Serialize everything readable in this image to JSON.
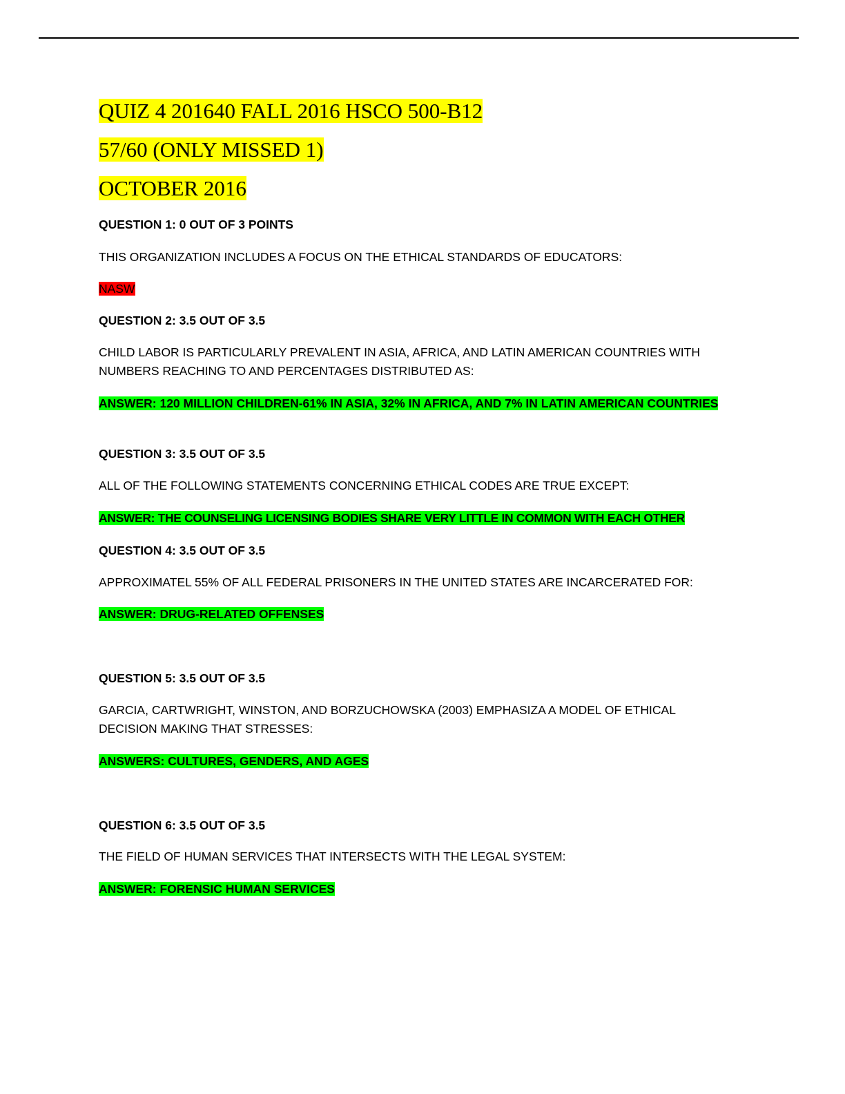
{
  "header": {
    "title_line_1": "QUIZ 4 201640 FALL 2016 HSCO 500-B12",
    "title_line_2": "57/60 (ONLY MISSED 1)",
    "title_line_3": "OCTOBER 2016"
  },
  "colors": {
    "title_highlight": "#ffff00",
    "correct_highlight": "#00ff00",
    "wrong_highlight": "#ff0000"
  },
  "questions": [
    {
      "heading": "QUESTION 1: 0 OUT OF 3 POINTS",
      "prompt": "THIS ORGANIZATION INCLUDES A FOCUS ON THE ETHICAL STANDARDS OF EDUCATORS:",
      "answer": "NASW"
    },
    {
      "heading": "QUESTION 2: 3.5 OUT OF 3.5",
      "prompt": "CHILD LABOR IS PARTICULARLY PREVALENT IN ASIA, AFRICA, AND LATIN AMERICAN COUNTRIES WITH NUMBERS REACHING TO AND PERCENTAGES DISTRIBUTED AS:",
      "answer": "ANSWER: 120 MILLION CHILDREN-61% IN ASIA, 32% IN AFRICA, AND 7% IN LATIN AMERICAN COUNTRIES"
    },
    {
      "heading": "QUESTION 3: 3.5 OUT OF 3.5",
      "prompt": "ALL OF THE FOLLOWING STATEMENTS CONCERNING ETHICAL CODES ARE TRUE EXCEPT:",
      "answer": "ANSWER: THE COUNSELING LICENSING BODIES SHARE VERY LITTLE IN COMMON WITH EACH OTHER"
    },
    {
      "heading": "QUESTION 4: 3.5 OUT OF 3.5",
      "prompt": "APPROXIMATEL 55% OF ALL FEDERAL PRISONERS IN THE UNITED STATES ARE INCARCERATED FOR:",
      "answer": "ANSWER: DRUG-RELATED OFFENSES"
    },
    {
      "heading": "QUESTION 5: 3.5 OUT OF 3.5",
      "prompt": "GARCIA, CARTWRIGHT, WINSTON, AND BORZUCHOWSKA (2003) EMPHASIZA A MODEL OF ETHICAL DECISION MAKING THAT STRESSES:",
      "answer": "ANSWERS: CULTURES, GENDERS, AND AGES"
    },
    {
      "heading": "QUESTION 6: 3.5 OUT OF 3.5",
      "prompt": "THE FIELD OF HUMAN SERVICES THAT INTERSECTS WITH THE LEGAL SYSTEM:",
      "answer": "ANSWER: FORENSIC HUMAN SERVICES"
    }
  ]
}
